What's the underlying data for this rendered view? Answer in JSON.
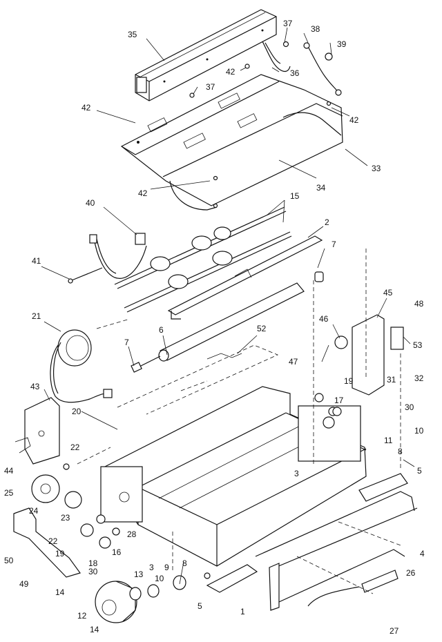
{
  "callouts": [
    {
      "id": "c35",
      "text": "35"
    },
    {
      "id": "c37a",
      "text": "37"
    },
    {
      "id": "c38",
      "text": "38"
    },
    {
      "id": "c39",
      "text": "39"
    },
    {
      "id": "c42a",
      "text": "42"
    },
    {
      "id": "c36",
      "text": "36"
    },
    {
      "id": "c37b",
      "text": "37"
    },
    {
      "id": "c42b",
      "text": "42"
    },
    {
      "id": "c42c",
      "text": "42"
    },
    {
      "id": "c33",
      "text": "33"
    },
    {
      "id": "c34",
      "text": "34"
    },
    {
      "id": "c42d",
      "text": "42"
    },
    {
      "id": "c15",
      "text": "15"
    },
    {
      "id": "c40",
      "text": "40"
    },
    {
      "id": "c2",
      "text": "2"
    },
    {
      "id": "c7a",
      "text": "7"
    },
    {
      "id": "c41",
      "text": "41"
    },
    {
      "id": "c45",
      "text": "45"
    },
    {
      "id": "c48",
      "text": "48"
    },
    {
      "id": "c21",
      "text": "21"
    },
    {
      "id": "c46",
      "text": "46"
    },
    {
      "id": "c6",
      "text": "6"
    },
    {
      "id": "c52",
      "text": "52"
    },
    {
      "id": "c7b",
      "text": "7"
    },
    {
      "id": "c47",
      "text": "47"
    },
    {
      "id": "c53",
      "text": "53"
    },
    {
      "id": "c19a",
      "text": "19"
    },
    {
      "id": "c43",
      "text": "43"
    },
    {
      "id": "c31",
      "text": "31"
    },
    {
      "id": "c32",
      "text": "32"
    },
    {
      "id": "c17",
      "text": "17"
    },
    {
      "id": "c30a",
      "text": "30"
    },
    {
      "id": "c20",
      "text": "20"
    },
    {
      "id": "c10a",
      "text": "10"
    },
    {
      "id": "c11",
      "text": "11"
    },
    {
      "id": "c22a",
      "text": "22"
    },
    {
      "id": "c44",
      "text": "44"
    },
    {
      "id": "c8a",
      "text": "8"
    },
    {
      "id": "c3a",
      "text": "3"
    },
    {
      "id": "c5a",
      "text": "5"
    },
    {
      "id": "c25",
      "text": "25"
    },
    {
      "id": "c24",
      "text": "24"
    },
    {
      "id": "c23",
      "text": "23"
    },
    {
      "id": "c22b",
      "text": "22"
    },
    {
      "id": "c28",
      "text": "28"
    },
    {
      "id": "c16",
      "text": "16"
    },
    {
      "id": "c19b",
      "text": "19"
    },
    {
      "id": "c18",
      "text": "18"
    },
    {
      "id": "c30b",
      "text": "30"
    },
    {
      "id": "c4",
      "text": "4"
    },
    {
      "id": "c3b",
      "text": "3"
    },
    {
      "id": "c9",
      "text": "9"
    },
    {
      "id": "c8b",
      "text": "8"
    },
    {
      "id": "c50",
      "text": "50"
    },
    {
      "id": "c10b",
      "text": "10"
    },
    {
      "id": "c26",
      "text": "26"
    },
    {
      "id": "c49",
      "text": "49"
    },
    {
      "id": "c13",
      "text": "13"
    },
    {
      "id": "c14a",
      "text": "14"
    },
    {
      "id": "c5b",
      "text": "5"
    },
    {
      "id": "c1",
      "text": "1"
    },
    {
      "id": "c12",
      "text": "12"
    },
    {
      "id": "c14b",
      "text": "14"
    },
    {
      "id": "c27",
      "text": "27"
    }
  ]
}
